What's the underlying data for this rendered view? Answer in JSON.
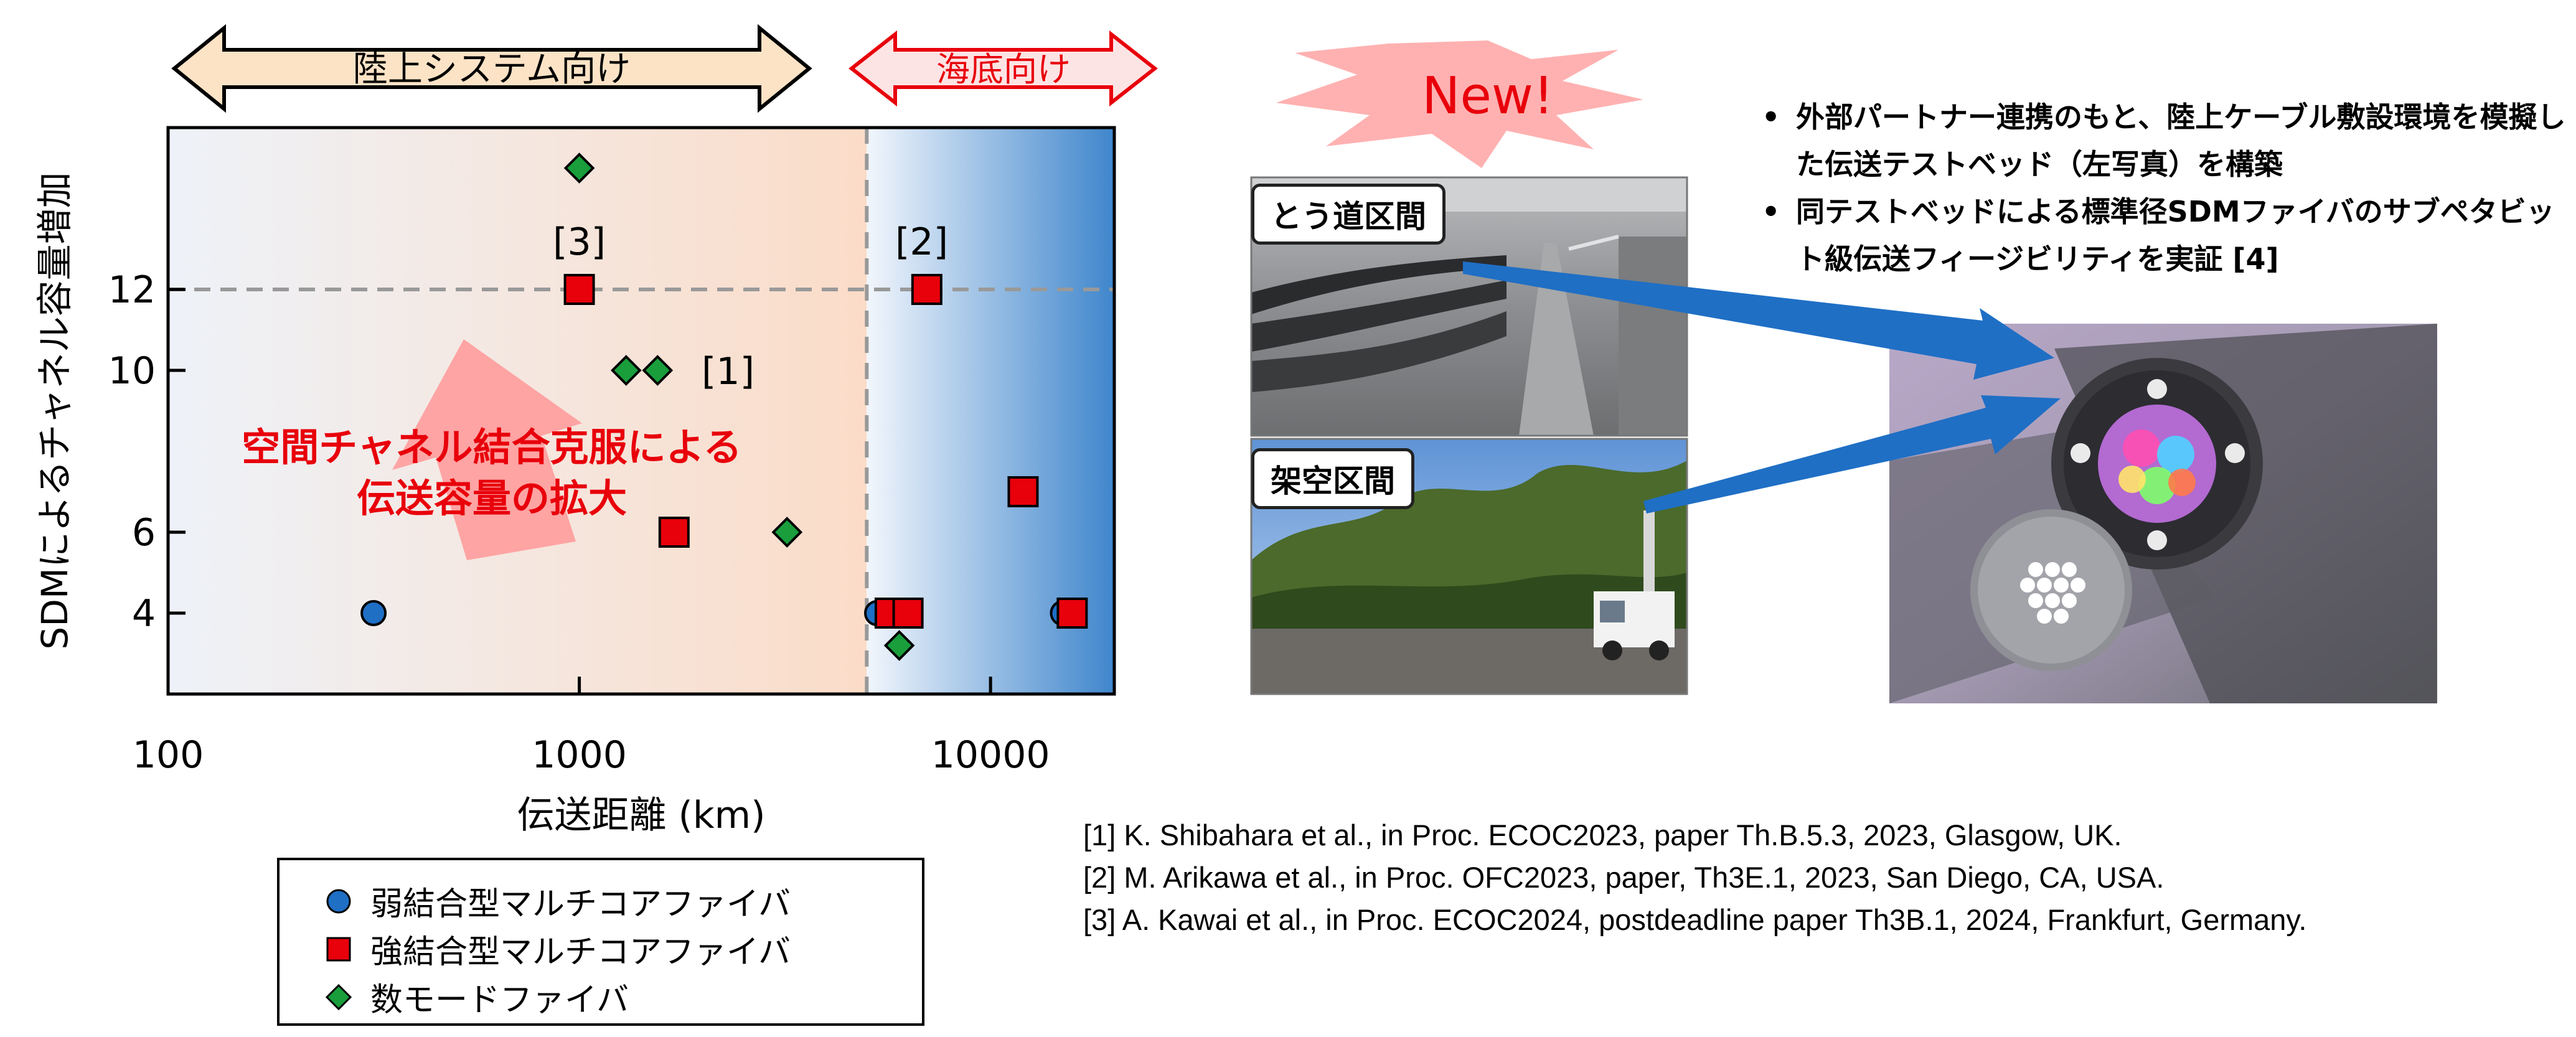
{
  "chart_data": {
    "type": "scatter",
    "xscale": "log",
    "xlim": [
      100,
      20000
    ],
    "ylim": [
      2,
      16
    ],
    "xlabel": "伝送距離 (km)",
    "ylabel": "SDMによるチャネル容量増加",
    "xticks": [
      "100",
      "1000",
      "10000"
    ],
    "yticks": [
      "4",
      "6",
      "10",
      "12"
    ],
    "grid": false,
    "series": [
      {
        "name": "弱結合型マルチコアファイバ",
        "marker": "circle",
        "color": "#1f6fc5",
        "points": [
          {
            "x": 316,
            "y": 4
          },
          {
            "x": 5300,
            "y": 4
          },
          {
            "x": 15000,
            "y": 4
          }
        ]
      },
      {
        "name": "強結合型マルチコアファイバ",
        "marker": "square",
        "color": "#e8000b",
        "points": [
          {
            "x": 1000,
            "y": 12
          },
          {
            "x": 7000,
            "y": 12
          },
          {
            "x": 1700,
            "y": 6
          },
          {
            "x": 12000,
            "y": 7
          },
          {
            "x": 5700,
            "y": 4
          },
          {
            "x": 6300,
            "y": 4
          },
          {
            "x": 15800,
            "y": 4
          }
        ]
      },
      {
        "name": "数モードファイバ",
        "marker": "diamond",
        "color": "#1a9e3c",
        "points": [
          {
            "x": 1000,
            "y": 15
          },
          {
            "x": 1300,
            "y": 10
          },
          {
            "x": 1550,
            "y": 10
          },
          {
            "x": 3200,
            "y": 6
          },
          {
            "x": 6000,
            "y": 3.2
          }
        ]
      }
    ],
    "annotations": [
      {
        "text": "[3]",
        "x": 1000,
        "y": 13.2
      },
      {
        "text": "[2]",
        "x": 6800,
        "y": 13.2
      },
      {
        "text": "[1]",
        "x": 2300,
        "y": 10
      }
    ],
    "reference_lines": [
      {
        "axis": "y",
        "value": 12,
        "style": "dashed"
      },
      {
        "axis": "x",
        "value": 5000,
        "style": "dashed"
      }
    ],
    "regions": [
      {
        "label": "陸上システム向け",
        "from": 100,
        "to": 5000
      },
      {
        "label": "海底向け",
        "from": 5000,
        "to": 20000
      }
    ],
    "overlay_text": [
      "空間チャネル結合克服による",
      "伝送容量の拡大"
    ]
  },
  "badge": "New!",
  "photos": {
    "tunnel_label": "とう道区間",
    "aerial_label": "架空区間"
  },
  "bullets": [
    "外部パートナー連携のもと、陸上ケーブル敷設環境を模擬した伝送テストベッド（左写真）を構築",
    "同テストベッドによる標準径SDMファイバのサブペタビット級伝送フィージビリティを実証 [4]"
  ],
  "references": [
    "[1] K. Shibahara et al., in Proc. ECOC2023, paper Th.B.5.3, 2023, Glasgow, UK.",
    "[2] M. Arikawa et al., in Proc. OFC2023, paper, Th3E.1, 2023, San Diego, CA, USA.",
    "[3] A. Kawai et al., in Proc. ECOC2024, postdeadline paper Th3B.1, 2024, Frankfurt, Germany."
  ],
  "colors": {
    "land_bg": "#fbdcc8",
    "sea_bg": "#3f86cc",
    "accent_red": "#e8000b",
    "arrow_blue": "#1f6fc5"
  }
}
